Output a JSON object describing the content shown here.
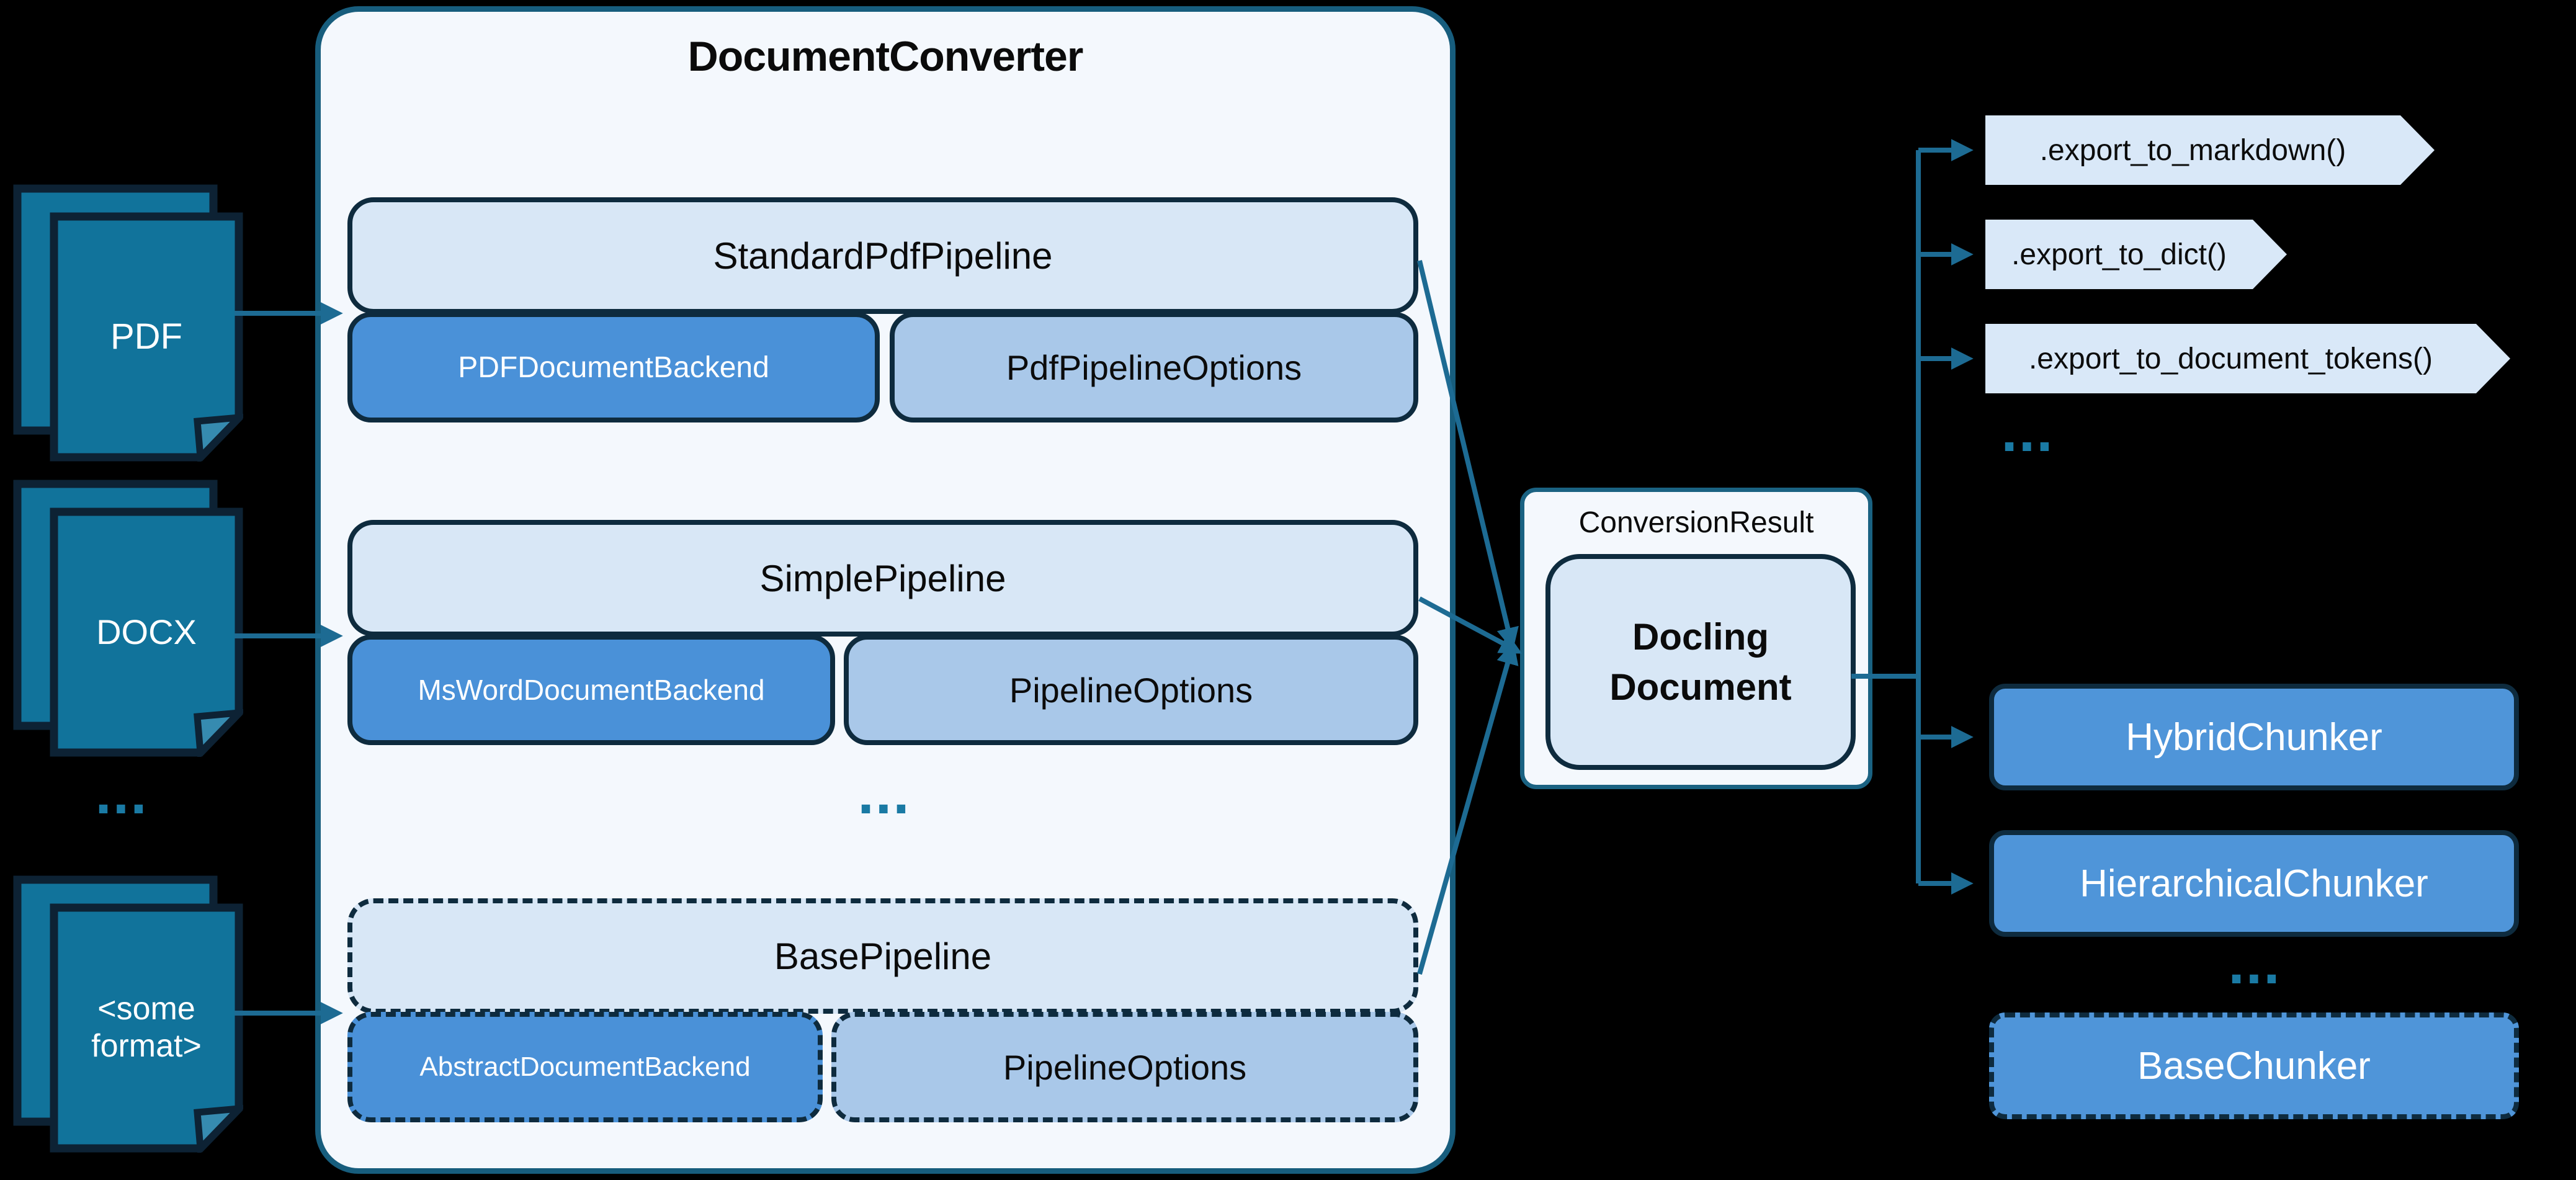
{
  "colors": {
    "background": "#000000",
    "arrow_teal": "#1d6b93",
    "container_fill": "#f4f8fd",
    "container_border": "#175d7d",
    "light_box_fill": "#d8e7f6",
    "dark_border": "#0e2b3e",
    "backend_fill": "#4a91d8",
    "options_fill": "#a9c8e9",
    "doc_icon_fill": "#11739b",
    "pennant_fill": "#d9e8f8",
    "chunker_fill": "#4f95d9",
    "ellipsis_color": "#1a7aa4"
  },
  "inputs": {
    "items": [
      {
        "label": "PDF"
      },
      {
        "label": "DOCX"
      },
      {
        "label": "<some format>",
        "line1": "<some",
        "line2": "format>"
      }
    ],
    "ellipsis": "..."
  },
  "converter": {
    "title": "DocumentConverter",
    "ellipsis": "...",
    "pipelines": [
      {
        "name": "StandardPdfPipeline",
        "backend": "PDFDocumentBackend",
        "options": "PdfPipelineOptions"
      },
      {
        "name": "SimplePipeline",
        "backend": "MsWordDocumentBackend",
        "options": "PipelineOptions"
      },
      {
        "name": "BasePipeline",
        "backend": "AbstractDocumentBackend",
        "options": "PipelineOptions"
      }
    ]
  },
  "result": {
    "label": "ConversionResult",
    "document": "Docling Document",
    "document_line1": "Docling",
    "document_line2": "Document"
  },
  "exports": {
    "items": [
      ".export_to_markdown()",
      ".export_to_dict()",
      ".export_to_document_tokens()"
    ],
    "ellipsis": "..."
  },
  "chunkers": {
    "items": [
      {
        "label": "HybridChunker"
      },
      {
        "label": "HierarchicalChunker"
      },
      {
        "label": "BaseChunker"
      }
    ],
    "ellipsis": "..."
  }
}
